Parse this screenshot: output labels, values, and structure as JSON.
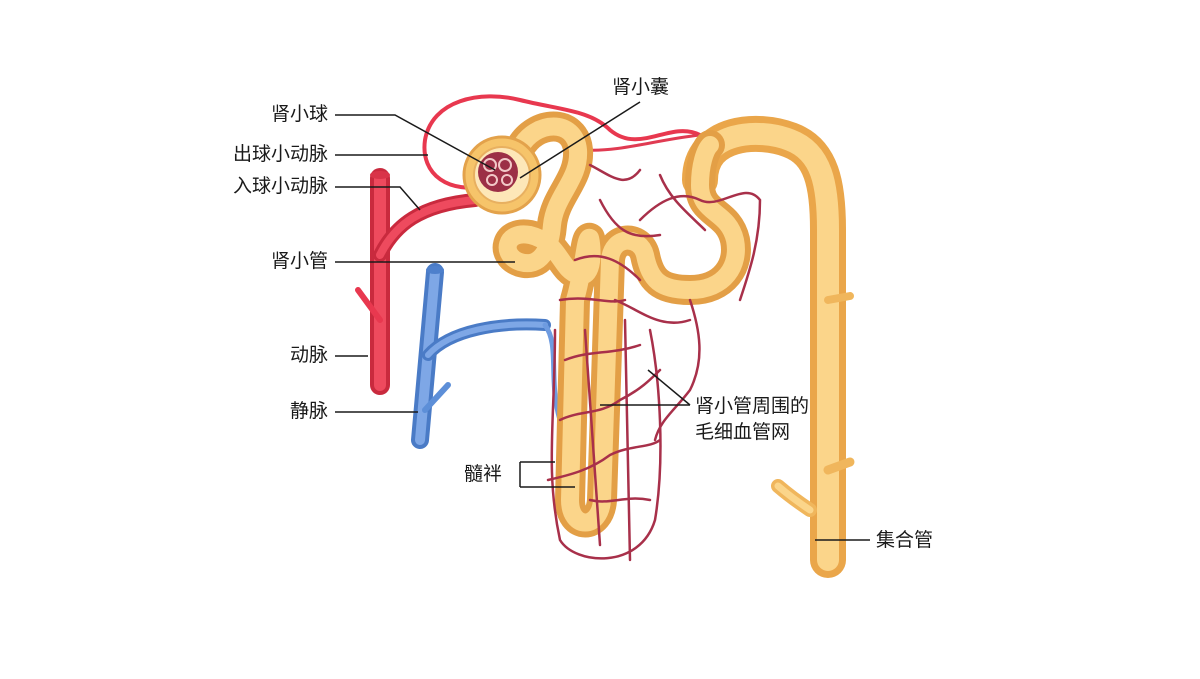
{
  "labels": {
    "glomerulus": "肾小球",
    "efferent_arteriole": "出球小动脉",
    "afferent_arteriole": "入球小动脉",
    "renal_tubule": "肾小管",
    "artery": "动脉",
    "vein": "静脉",
    "bowman_capsule": "肾小囊",
    "capillary_network_line1": "肾小管周围的",
    "capillary_network_line2": "毛细血管网",
    "loop_of_henle": "髓袢",
    "collecting_duct": "集合管"
  },
  "colors": {
    "artery": "#e8384f",
    "vein": "#5d8fd8",
    "tubule": "#f6c46a",
    "capillary": "#a8304a",
    "leader_line": "#1a1a1a"
  }
}
